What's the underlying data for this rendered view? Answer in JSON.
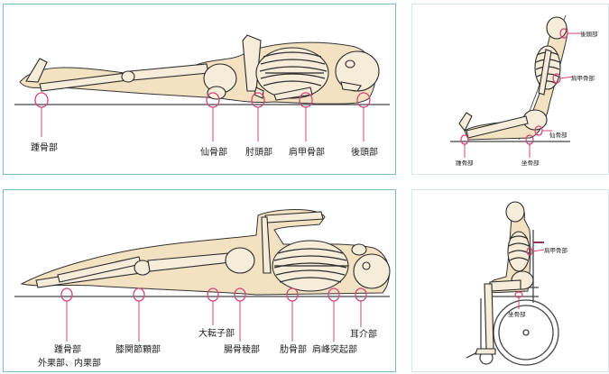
{
  "panels": {
    "supine": {
      "labels": [
        "踵骨部",
        "仙骨部",
        "肘頭部",
        "肩甲骨部",
        "後頭部"
      ]
    },
    "semi_fowler": {
      "labels": [
        "後頭部",
        "肩甲骨部",
        "仙骨部",
        "踵骨部",
        "坐骨部"
      ]
    },
    "lateral": {
      "labels": [
        "踵骨部",
        "外果部、内果部",
        "膝関節顆部",
        "大転子部",
        "腸骨稜部",
        "肋骨部",
        "肩峰突起部",
        "耳介部"
      ]
    },
    "wheelchair": {
      "labels": [
        "肩甲骨部",
        "坐骨部"
      ]
    }
  },
  "colors": {
    "marker": "#d5457a",
    "skin": "#f3e2c2",
    "frame": "#7fbfc4"
  }
}
